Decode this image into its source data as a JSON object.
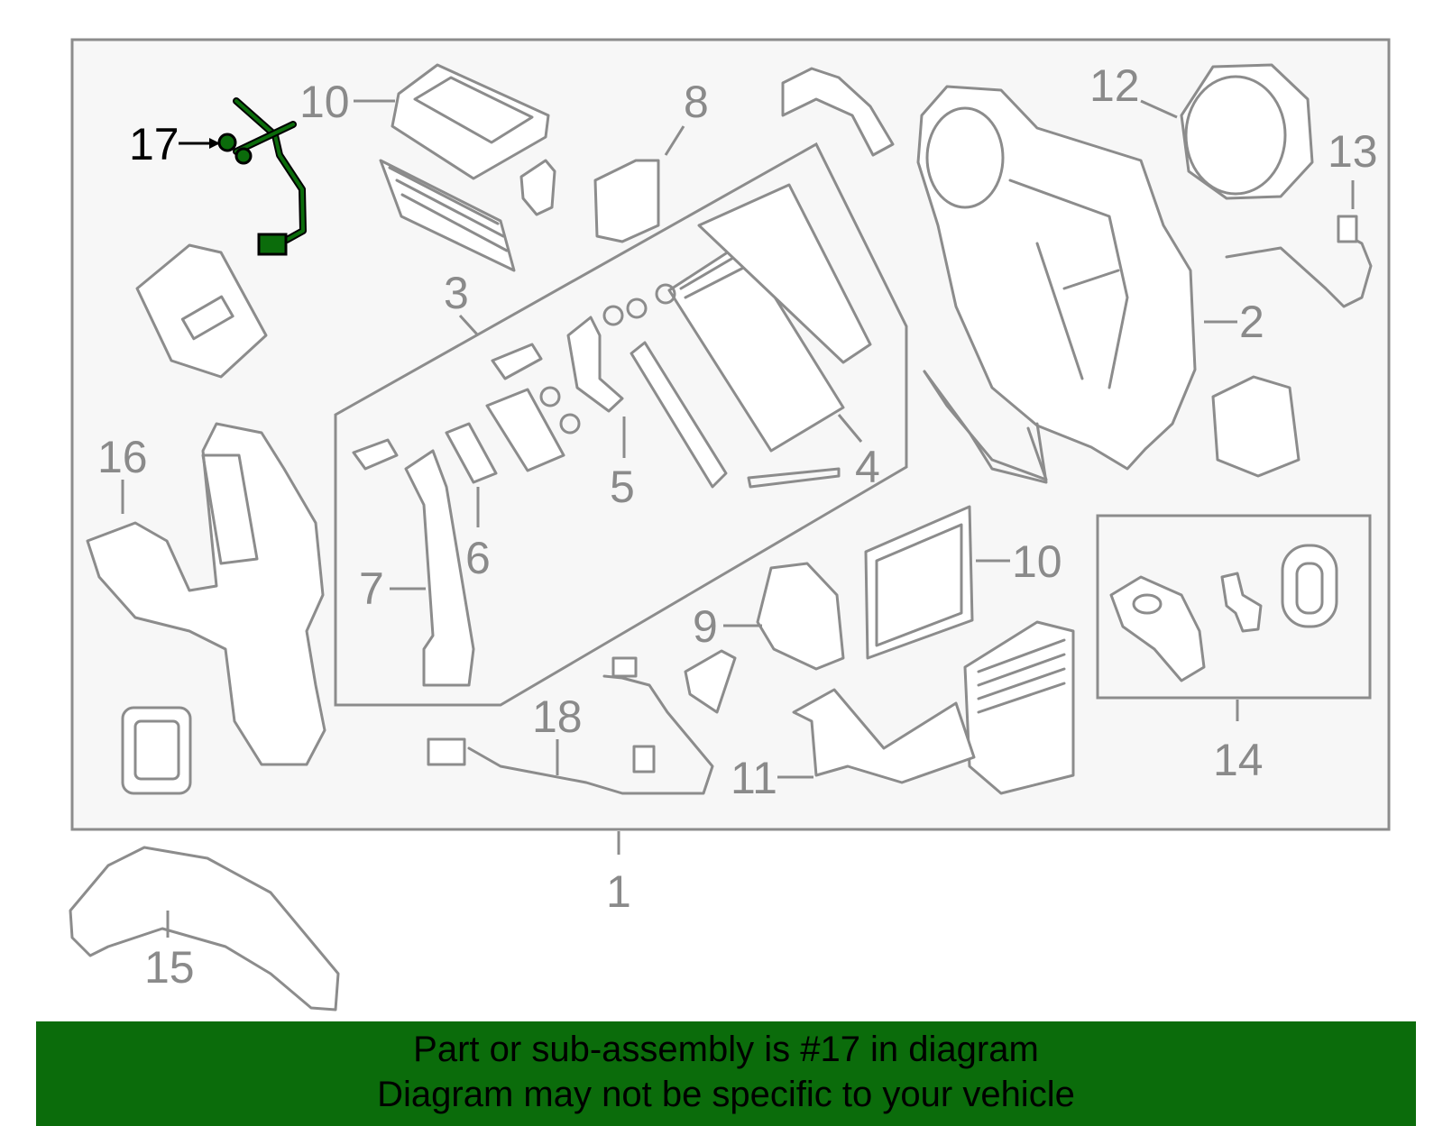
{
  "callouts": {
    "c1": "1",
    "c2": "2",
    "c3": "3",
    "c4": "4",
    "c5": "5",
    "c6": "6",
    "c7": "7",
    "c8": "8",
    "c9": "9",
    "c10a": "10",
    "c10b": "10",
    "c11": "11",
    "c12": "12",
    "c13": "13",
    "c14": "14",
    "c15": "15",
    "c16": "16",
    "c17": "17",
    "c18": "18"
  },
  "highlight_color": "#0b6c0b",
  "banner": {
    "line1": "Part or sub-assembly is #17 in diagram",
    "line2": "Diagram may not be specific to your vehicle"
  }
}
